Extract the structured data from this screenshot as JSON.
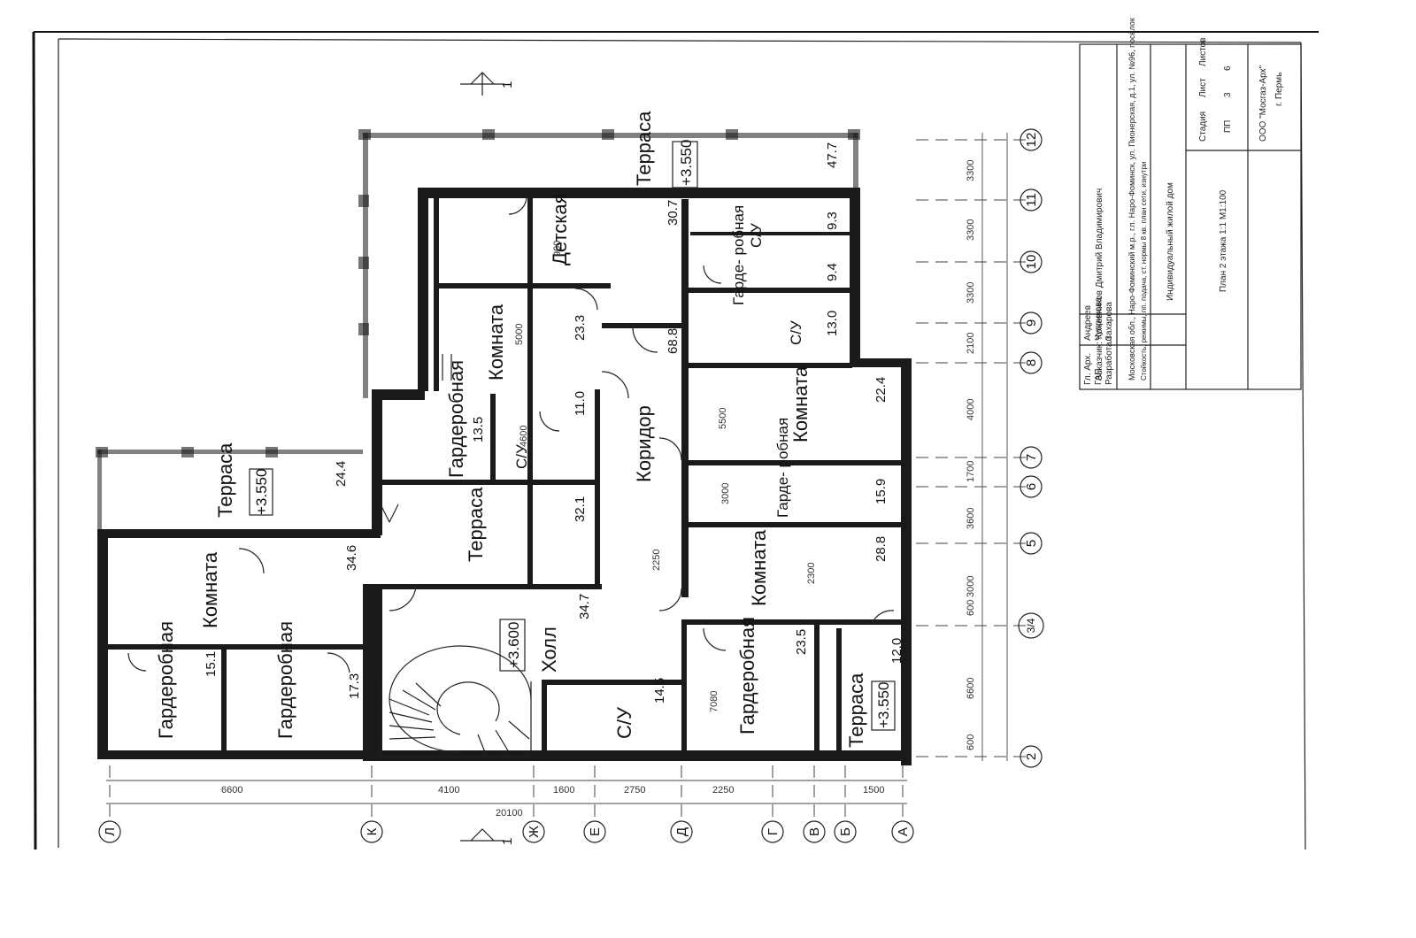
{
  "rooms": {
    "terrace_top": {
      "name": "Терраса",
      "level": "+3.550",
      "area": "47.7"
    },
    "detskaya": {
      "name": "Детская",
      "area": "30.7"
    },
    "su_top": {
      "name": "С/У",
      "area": "9.3"
    },
    "garderob_top": {
      "name": "Гарде-\nробная",
      "area": "9.4"
    },
    "su_right": {
      "name": "С/У",
      "area": "13.0"
    },
    "komnata_upper": {
      "name": "Комната",
      "area": "23.3"
    },
    "koridor": {
      "name": "Коридор",
      "area": "68.8"
    },
    "komnata_right1": {
      "name": "Комната",
      "area": "22.4"
    },
    "garderob_mid": {
      "name": "Гардеробная",
      "area": "13.5"
    },
    "su_mid": {
      "name": "С/У",
      "area": "11.0"
    },
    "garderob_right": {
      "name": "Гарде-\nробная",
      "area": "15.9"
    },
    "terrace_left": {
      "name": "Терраса",
      "level": "+3.550",
      "area": "24.4"
    },
    "terrace_mid": {
      "name": "Терраса",
      "area": "32.1"
    },
    "komnata_right2": {
      "name": "Комната",
      "area": "28.8"
    },
    "komnata_left": {
      "name": "Комната",
      "area": "34.6"
    },
    "holl": {
      "name": "Холл",
      "level": "+3.600",
      "area": "34.7"
    },
    "garderob_right2": {
      "name": "Гардеробная",
      "area": "23.5"
    },
    "terrace_bottom": {
      "name": "Терраса",
      "level": "+3.550",
      "area": "12.0"
    },
    "garderob_l1": {
      "name": "Гардеробная",
      "area": "15.1"
    },
    "garderob_l2": {
      "name": "Гардеробная",
      "area": "17.3"
    },
    "su_bottom": {
      "name": "С/У",
      "area": "14.5"
    }
  },
  "axes": {
    "numbers": [
      "12",
      "11",
      "10",
      "9",
      "8",
      "7",
      "6",
      "5",
      "3/4",
      "2"
    ],
    "letters": [
      "Л",
      "К",
      "Ж",
      "Е",
      "Д",
      "Г",
      "В",
      "Б",
      "А"
    ]
  },
  "dimensions": {
    "right_row": [
      "3300",
      "3300",
      "3300",
      "2100",
      "4000",
      "1700",
      "3600",
      "3000",
      "600",
      "6600",
      "600"
    ],
    "bottom_row": [
      "6600",
      "4100",
      "1600",
      "2750",
      "2250",
      "1500"
    ],
    "overall": "20100",
    "interior": [
      "900",
      "5000",
      "4600",
      "3000",
      "5500",
      "2250",
      "3000",
      "7080",
      "2300"
    ]
  },
  "section_marks": {
    "top": "1",
    "bottom": "1"
  },
  "title_block": {
    "line1": "Заказчик: Кожевников Дмитрий Владимирович",
    "line2": "Московская обл., Наро-Фоминский м.р., г.п. Наро-Фоминск, ул. Пионерская, д.1, ул. №96, посёлок",
    "line3": "Стойкость, режимы, пп. подача, ст. нормы 8 кв. план сети, изнутри",
    "line4": "Индивидуальный жилой дом",
    "line5": "План 2 этажа 1:1 М1:100",
    "stage_label": "Стадия",
    "sheet_label": "Лист",
    "sheets_label": "Листов",
    "stage": "ПП",
    "sheet": "3",
    "sheets": "6",
    "roles": [
      "Гл. Арх.",
      "ГАП",
      "Разработал"
    ],
    "names": [
      "Андреев",
      "Чуприкова",
      "Захарова"
    ],
    "company": "ООО \"Мосгаз-Арх\"",
    "city": "г. Пермь"
  }
}
